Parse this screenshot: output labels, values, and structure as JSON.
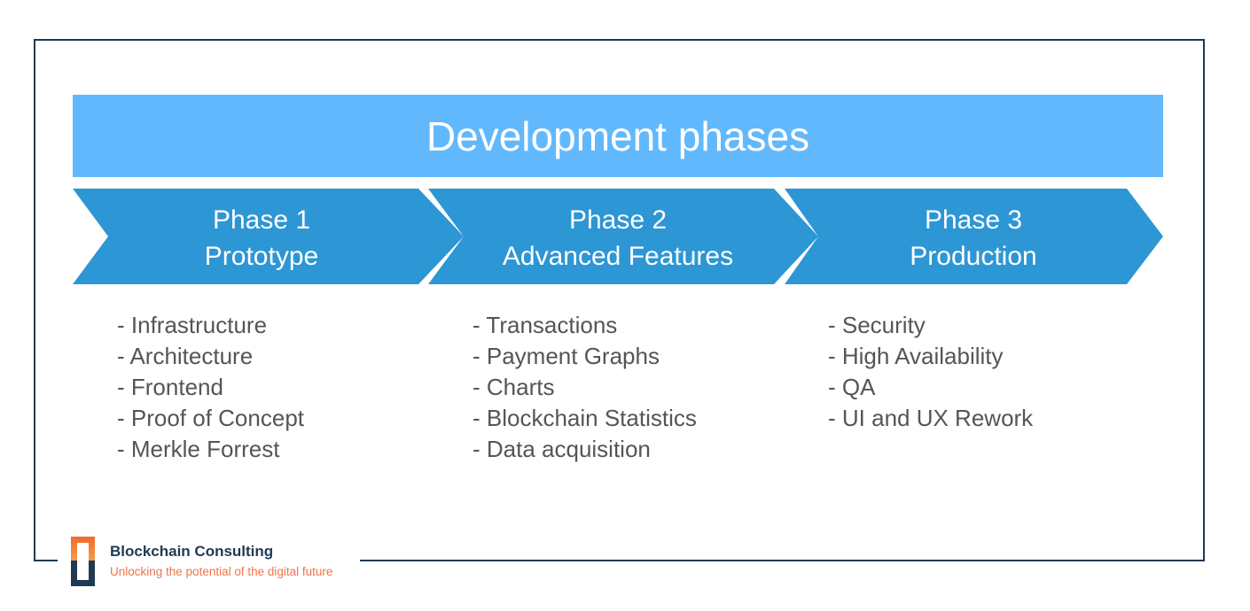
{
  "title": "Development phases",
  "phases": [
    {
      "number": "Phase 1",
      "name": "Prototype",
      "items": [
        "- Infrastructure",
        "- Architecture",
        "- Frontend",
        "- Proof of Concept",
        "- Merkle Forrest"
      ]
    },
    {
      "number": "Phase 2",
      "name": "Advanced Features",
      "items": [
        "- Transactions",
        "- Payment Graphs",
        "- Charts",
        "- Blockchain Statistics",
        "- Data acquisition"
      ]
    },
    {
      "number": "Phase 3",
      "name": "Production",
      "items": [
        "- Security",
        "- High Availability",
        "- QA",
        "- UI and UX Rework"
      ]
    }
  ],
  "footer": {
    "brand": "Blockchain Consulting",
    "tagline": "Unlocking the potential of the digital future"
  },
  "colors": {
    "banner": "#62b8fd",
    "chevron": "#2d96d4",
    "frame": "#1f3a52",
    "accent": "#f0734a"
  }
}
